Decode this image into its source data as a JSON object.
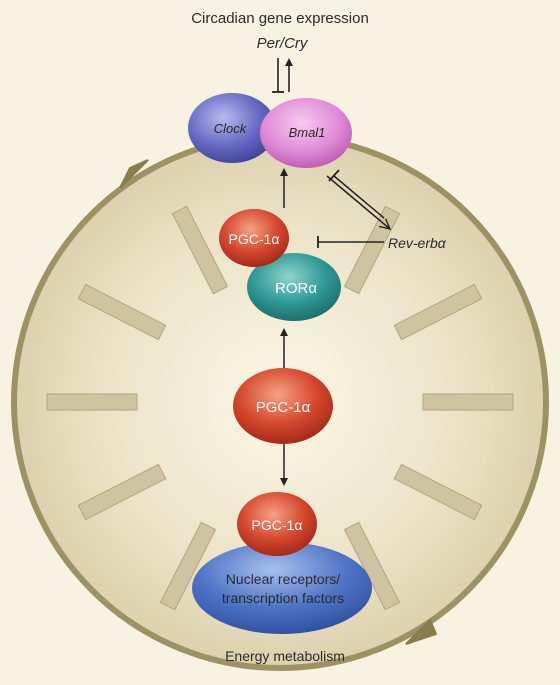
{
  "header": {
    "title": "Circadian gene expression",
    "genes": "Per/Cry"
  },
  "clock_complex": {
    "clock_label": "Clock",
    "bmal1_label": "Bmal1"
  },
  "repressor": {
    "label": "Rev-erbα"
  },
  "upper_complex": {
    "pgc_label": "PGC-1α",
    "ror_label": "RORα"
  },
  "center": {
    "pgc_label": "PGC-1α"
  },
  "lower_complex": {
    "pgc_label": "PGC-1α",
    "receptors_line1": "Nuclear receptors/",
    "receptors_line2": "transcription factors"
  },
  "footer": {
    "label": "Energy metabolism"
  },
  "colors": {
    "background": "#f8f2e3",
    "cell": "#e3d8bd",
    "cell_ring": "#9e9163",
    "clock": "#5d62b8",
    "bmal1": "#e08ad6",
    "pgc": "#d2432e",
    "ror": "#2a8f8c",
    "receptors": "#4a6fc2"
  }
}
